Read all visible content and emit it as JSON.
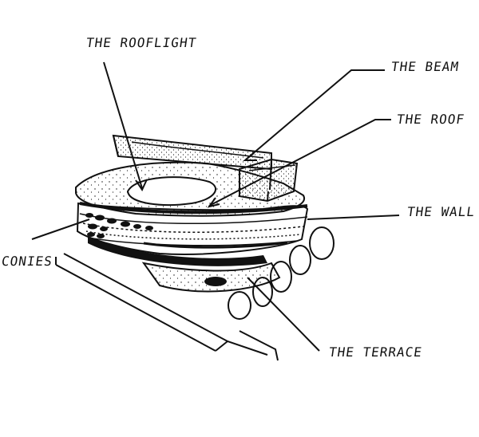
{
  "labels": {
    "rooflight": "THE ROOFLIGHT",
    "beam": "THE BEAM",
    "roof": "THE ROOF",
    "wall": "THE WALL",
    "balconies": "CONIES",
    "terrace": "THE TERRACE"
  },
  "colors": {
    "ink": "#111111",
    "paper": "#ffffff"
  }
}
